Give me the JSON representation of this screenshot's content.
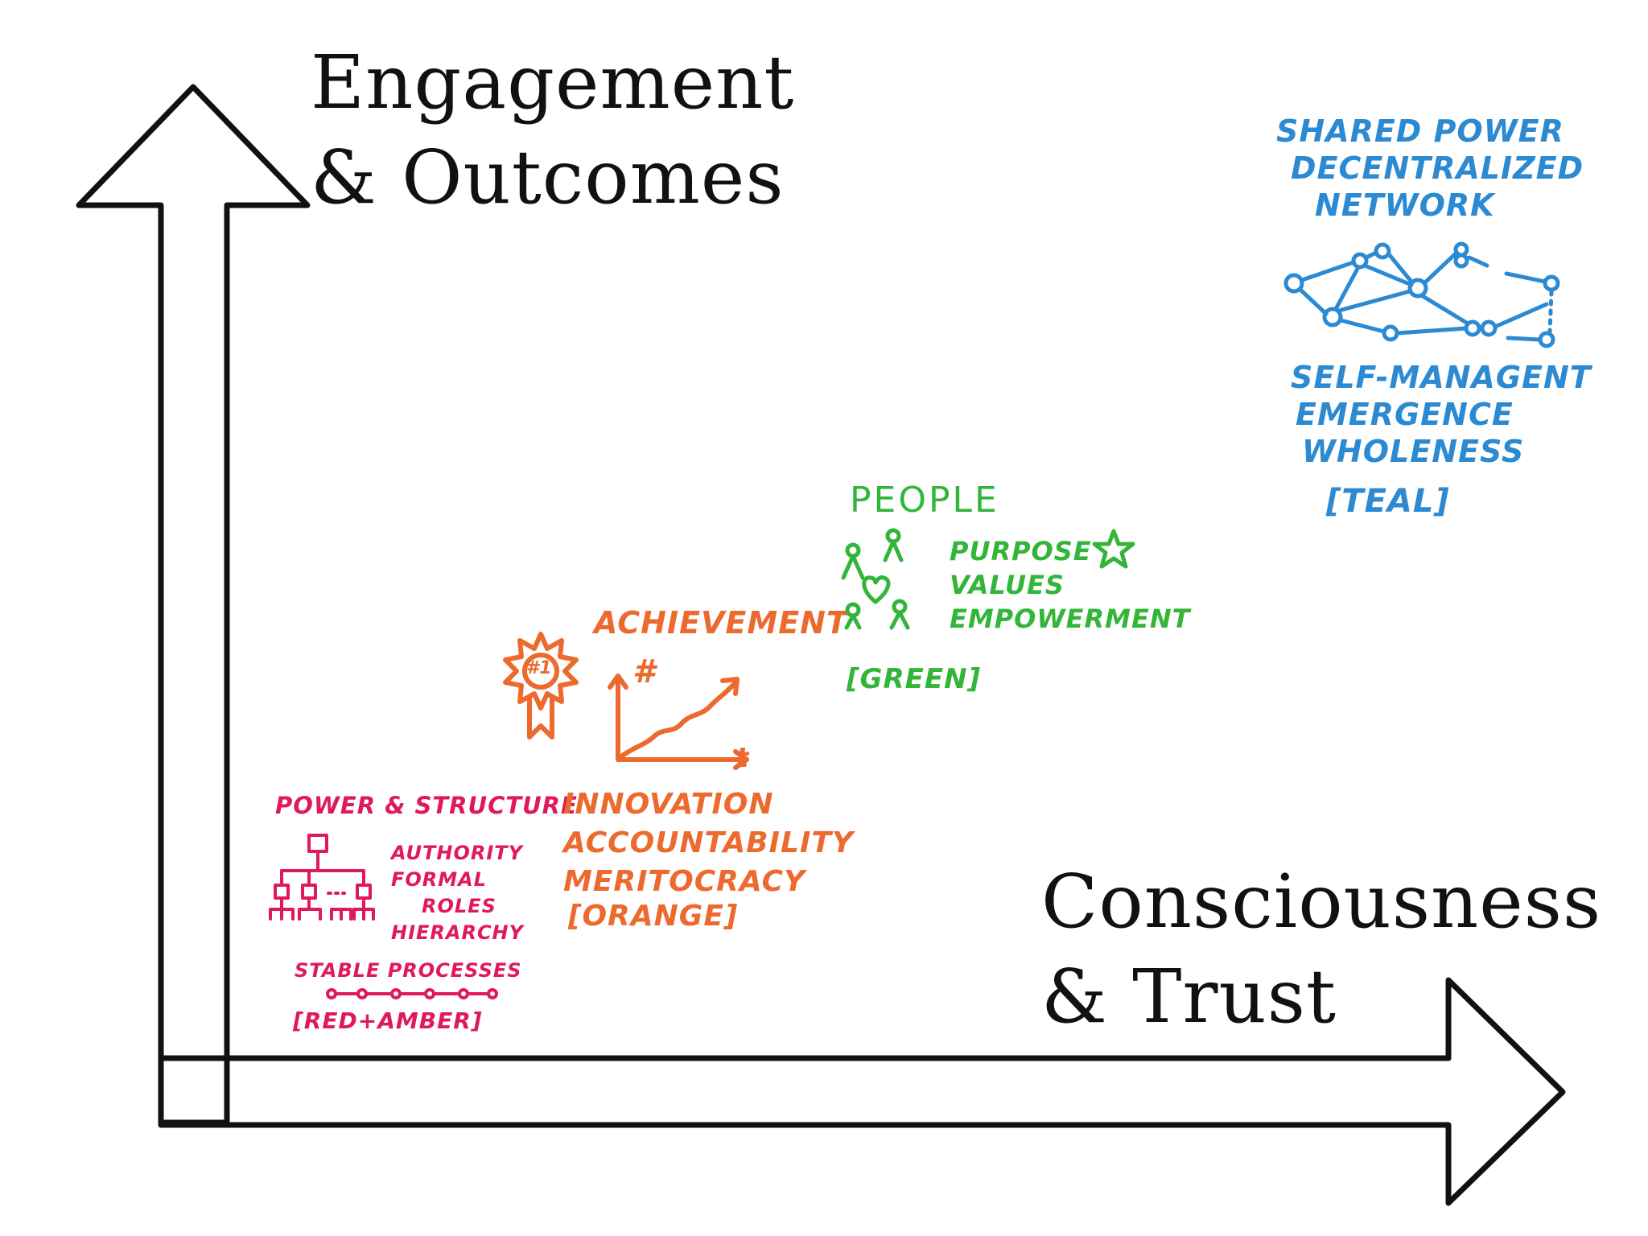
{
  "y_axis_title": {
    "line1": "Engagement",
    "line2": "& Outcomes"
  },
  "x_axis_title": {
    "line1": "Consciousness",
    "line2": "& Trust"
  },
  "stages": {
    "red_amber": {
      "heading": "Power & Structure",
      "items": [
        "Authority",
        "Formal",
        "Roles",
        "Hierarchy"
      ],
      "processes": "Stable Processes",
      "tag": "[Red+Amber]"
    },
    "orange": {
      "heading": "Achievement",
      "badge": "#1",
      "chart_y_symbol": "#",
      "chart_x_symbol": "t",
      "items": [
        "Innovation",
        "Accountability",
        "Meritocracy"
      ],
      "tag": "[Orange]"
    },
    "green": {
      "heading": "People",
      "items": [
        "Purpose",
        "Values",
        "Empowerment"
      ],
      "tag": "[Green]"
    },
    "teal": {
      "heading": [
        "Shared Power",
        "Decentralized",
        "Network"
      ],
      "items": [
        "Self-Managent",
        "Emergence",
        "Wholeness"
      ],
      "tag": "[Teal]"
    }
  },
  "colors": {
    "axis": "#111111",
    "red_amber": "#e0195a",
    "orange": "#ec6a2e",
    "green": "#33b53a",
    "teal": "#2c8ad2"
  },
  "icons": [
    "arrow-up-icon",
    "arrow-right-icon",
    "org-chart-icon",
    "process-chain-icon",
    "award-ribbon-icon",
    "growth-chart-icon",
    "people-icon",
    "heart-icon",
    "star-icon",
    "network-icon"
  ]
}
